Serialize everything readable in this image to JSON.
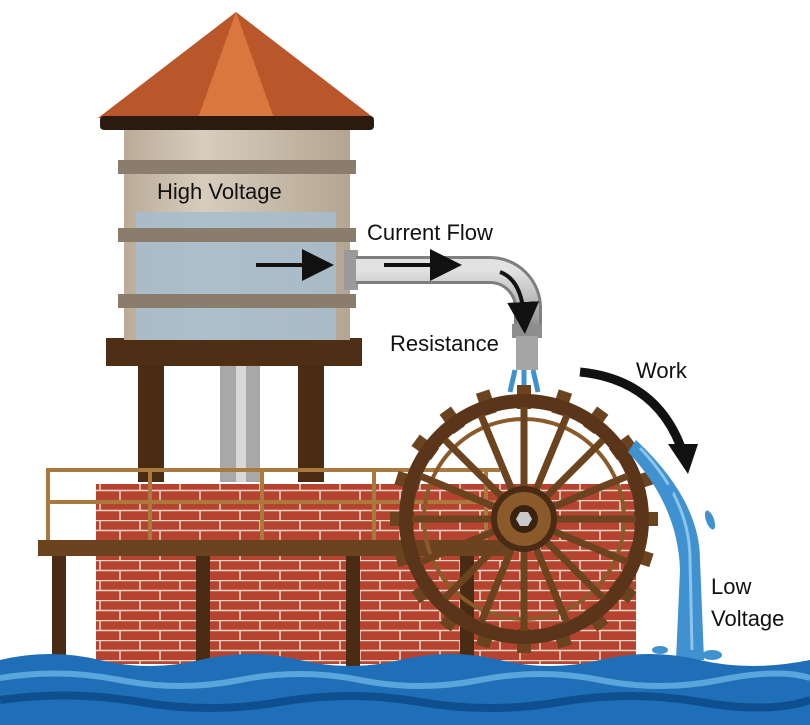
{
  "labels": {
    "high_voltage": "High Voltage",
    "current_flow": "Current Flow",
    "resistance": "Resistance",
    "work": "Work",
    "low_voltage_line1": "Low",
    "low_voltage_line2": "Voltage"
  },
  "colors": {
    "roof": "#b9562a",
    "tank": "#c8bba8",
    "water": "#a9bccd",
    "pipe": "#bfbfbf",
    "wood": "#5a3519",
    "brick": "#b6432f",
    "river": "#1f6fb8",
    "stream": "#3f92cf"
  }
}
